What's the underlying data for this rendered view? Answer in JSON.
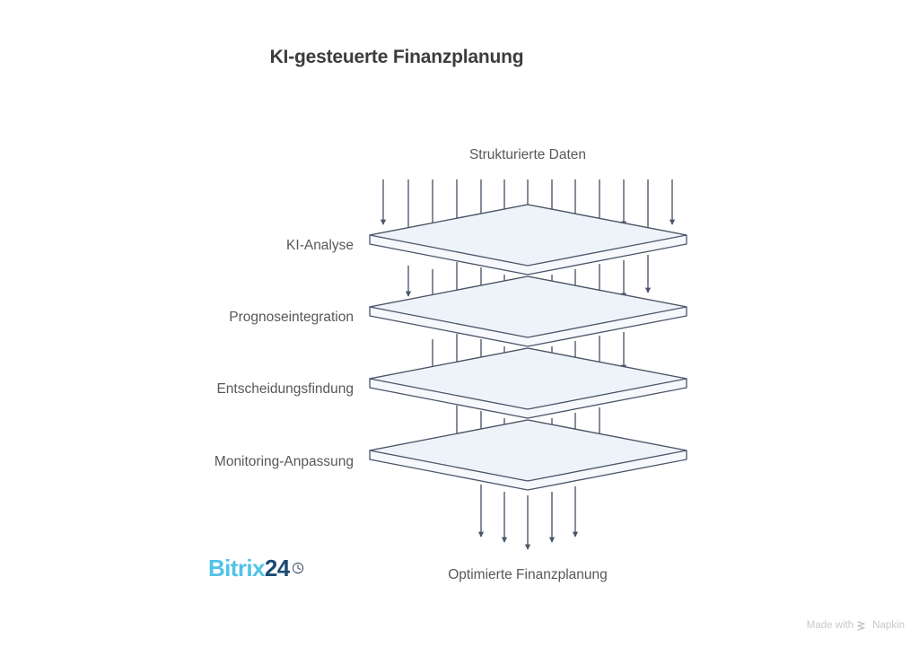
{
  "page": {
    "background_color": "#ffffff",
    "title": "KI-gesteuerte Finanzplanung"
  },
  "diagram": {
    "type": "layered-stack",
    "input_label": "Strukturierte Daten",
    "output_label": "Optimierte Finanzplanung",
    "layers": [
      {
        "label": "KI-Analyse"
      },
      {
        "label": "Prognoseintegration"
      },
      {
        "label": "Entscheidungsfindung"
      },
      {
        "label": "Monitoring-Anpassung"
      }
    ],
    "colors": {
      "plate_top_fill": "#eef3fa",
      "plate_side_fill": "#f6f8fc",
      "plate_stroke": "#4a5568",
      "arrow_stroke": "#4a5568",
      "label_text": "#585858",
      "title_text": "#3c3c3c"
    }
  },
  "branding": {
    "logo_part_1": "Bitrix",
    "logo_part_2": "24",
    "logo_icon": "clock-icon",
    "logo_color_1": "#51c3e8",
    "logo_color_2": "#1a4a72"
  },
  "footer": {
    "made_with_text": "Made with",
    "product_name": "Napkin",
    "color": "#c9c9c9"
  }
}
